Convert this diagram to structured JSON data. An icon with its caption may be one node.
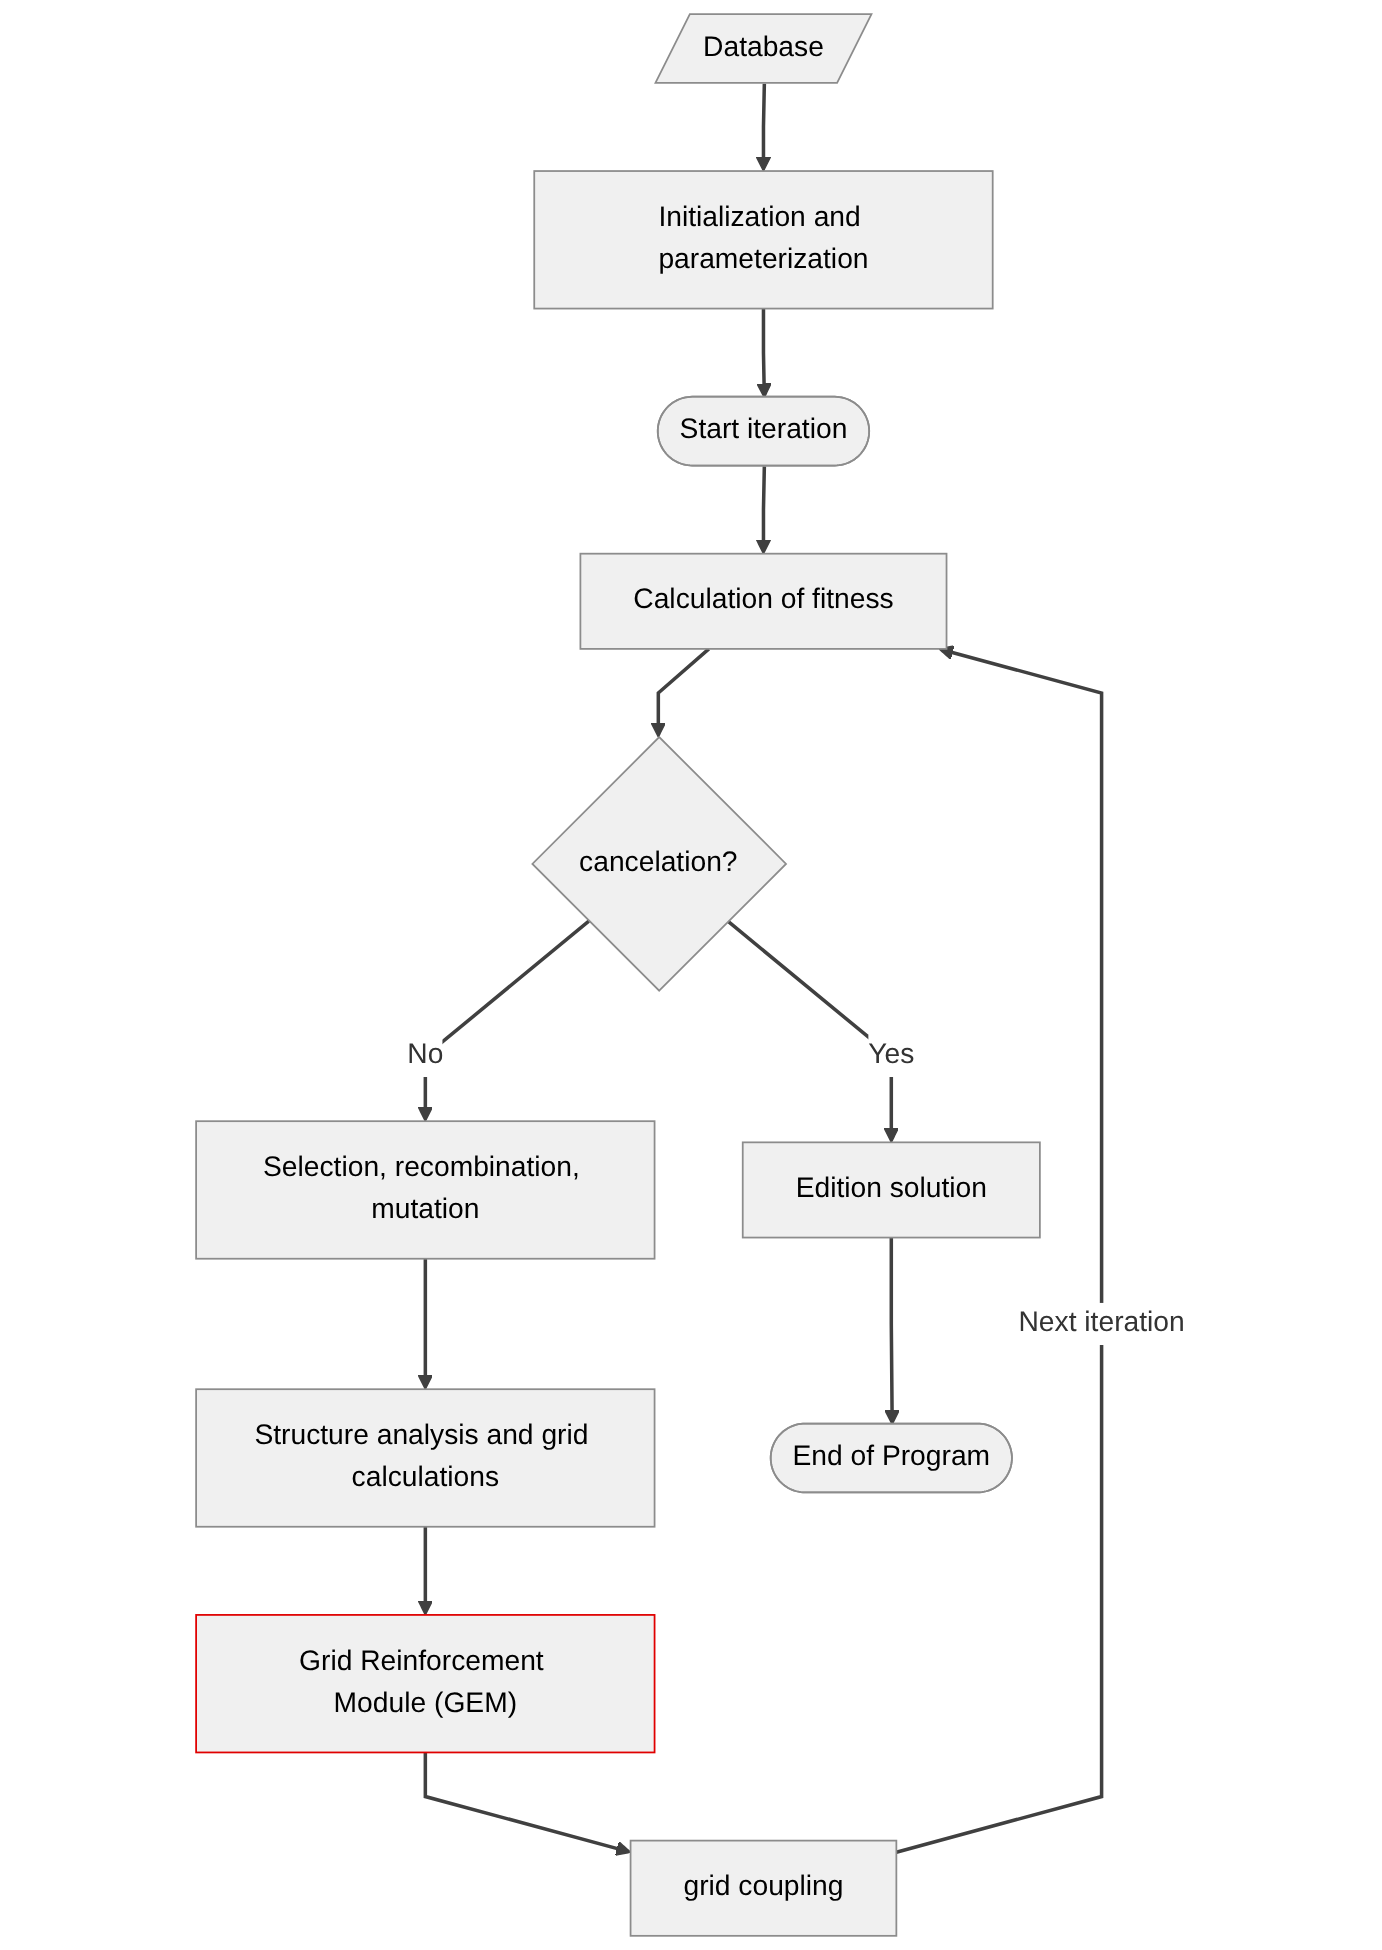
{
  "diagram": {
    "nodes": [
      {
        "text": [
          "Database"
        ]
      },
      {
        "text": [
          "Initialization and parameterization"
        ]
      },
      {
        "text": [
          "Start iteration"
        ]
      },
      {
        "text": [
          "Calculation of fitness"
        ]
      },
      {
        "text": [
          "cancelation?"
        ]
      },
      {
        "text": [
          "Selection, recombination, mutation"
        ]
      },
      {
        "text": [
          "Structure analysis and grid calculations"
        ]
      },
      {
        "text": [
          "Grid Reinforcement Module (GEM)"
        ]
      },
      {
        "text": [
          "grid coupling"
        ]
      },
      {
        "text": [
          "Edition solution"
        ]
      },
      {
        "text": [
          "End of Program"
        ]
      }
    ],
    "edges": [
      {
        "from": 0,
        "to": 1,
        "arrow": "to"
      },
      {
        "from": 1,
        "to": 2,
        "arrow": "to"
      },
      {
        "from": 2,
        "to": 3,
        "arrow": "to"
      },
      {
        "from": 3,
        "to": 4,
        "arrow": "to"
      },
      {
        "from": 4,
        "to": 9,
        "arrow": "to",
        "label": "Yes"
      },
      {
        "from": 4,
        "to": 5,
        "arrow": "to",
        "label": "No"
      },
      {
        "from": 5,
        "to": 6,
        "arrow": "to"
      },
      {
        "from": 6,
        "to": 7,
        "arrow": "to"
      },
      {
        "from": 7,
        "to": 8,
        "arrow": "to"
      },
      {
        "from": 8,
        "to": 3,
        "arrow": "to",
        "label": "Next iteration"
      },
      {
        "from": 9,
        "to": 10,
        "arrow": "to"
      }
    ]
  }
}
